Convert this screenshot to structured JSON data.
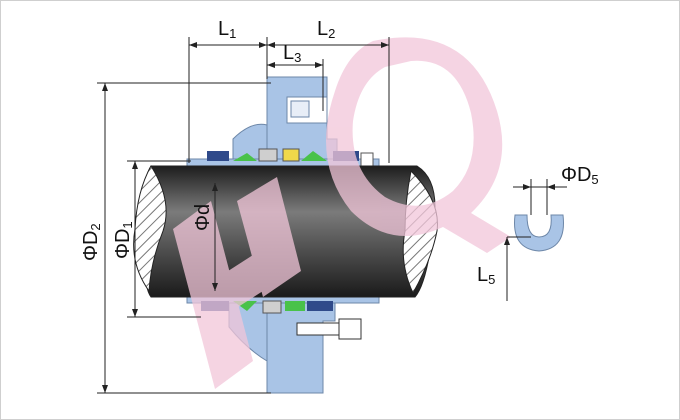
{
  "watermark": {
    "text": "HQ",
    "color": "#f2c6d9"
  },
  "colors": {
    "gland": "#a9c4e6",
    "shaft": "#5a5a5a",
    "hatch": "#7a7a7a",
    "seal_green": "#49c24a",
    "seal_dark_blue": "#2f4a8a"
  },
  "dimensions": {
    "L1": {
      "base": "L",
      "sub": "1"
    },
    "L2": {
      "base": "L",
      "sub": "2"
    },
    "L3": {
      "base": "L",
      "sub": "3"
    },
    "L5": {
      "base": "L",
      "sub": "5"
    },
    "D2": {
      "base": "ΦD",
      "sub": "2"
    },
    "D1": {
      "base": "ΦD",
      "sub": "1"
    },
    "D5": {
      "base": "ΦD",
      "sub": "5"
    },
    "d": {
      "base": "Φd",
      "sub": ""
    }
  }
}
